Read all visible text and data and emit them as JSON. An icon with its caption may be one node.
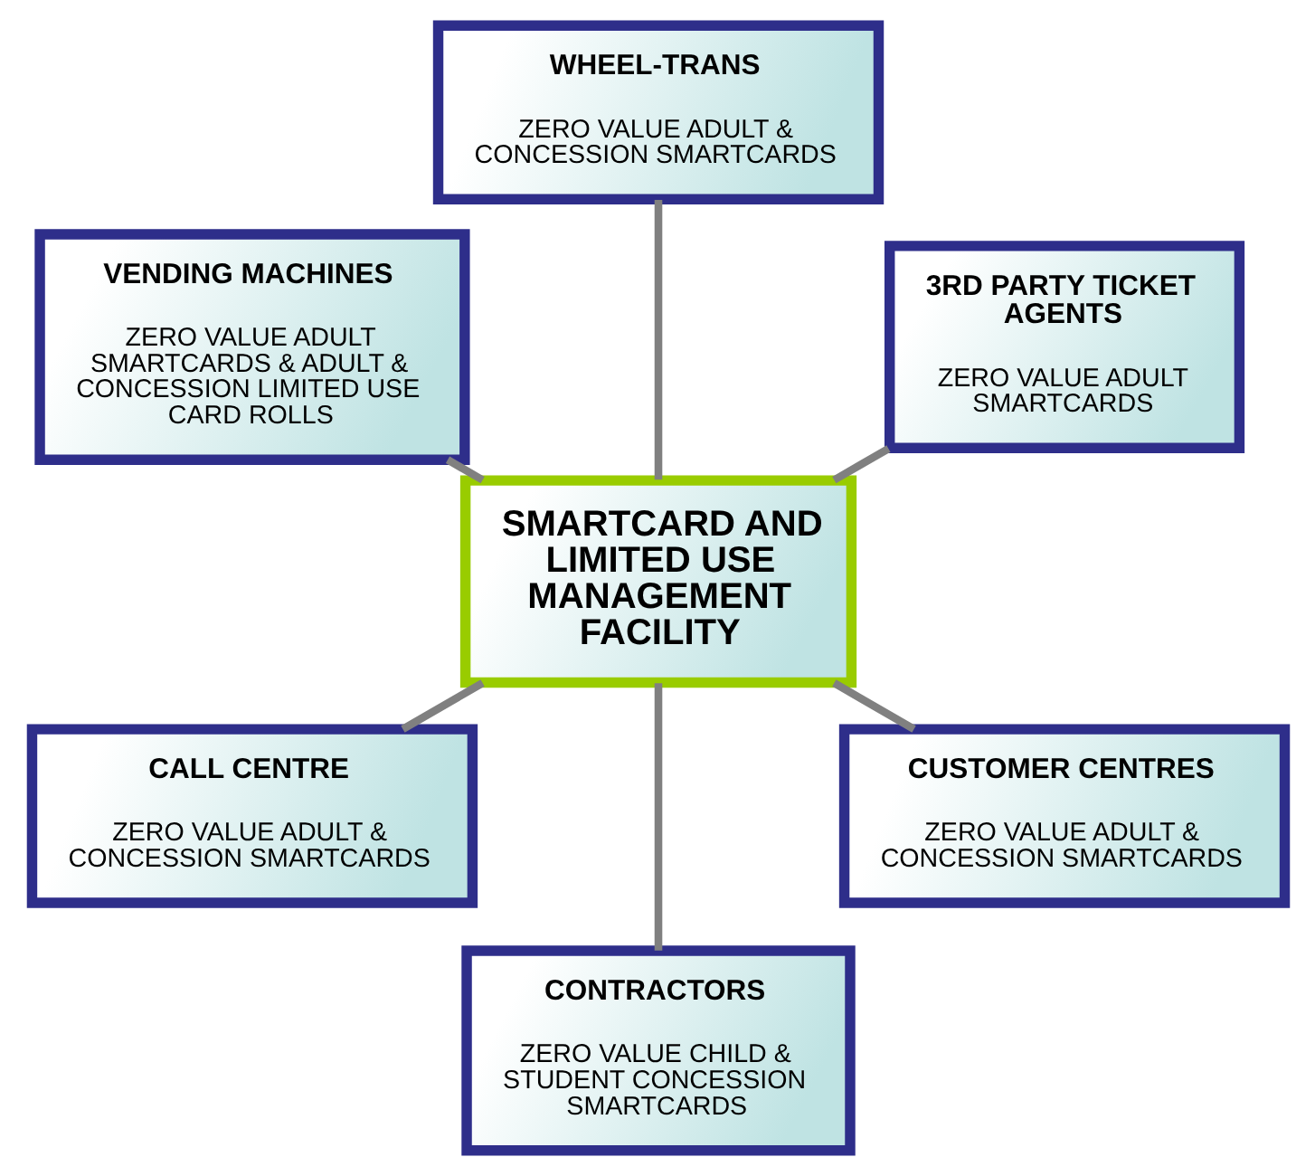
{
  "diagram": {
    "nodes": [
      {
        "text": [
          "3RD PARTY TICKET AGENTS",
          "ZERO VALUE ADULT SMARTCARDS"
        ]
      },
      {
        "text": [
          "WHEEL-TRANS",
          "ZERO VALUE ADULT & CONCESSION SMARTCARDS"
        ]
      },
      {
        "text": [
          "VENDING MACHINES",
          "ZERO VALUE ADULT SMARTCARDS & ADULT & CONCESSION LIMITED USE CARD ROLLS"
        ]
      },
      {
        "text": [
          "SMARTCARD AND LIMITED USE MANAGEMENT FACILITY"
        ]
      },
      {
        "text": [
          "CALL CENTRE",
          "ZERO VALUE ADULT & CONCESSION SMARTCARDS"
        ]
      },
      {
        "text": [
          "CONTRACTORS",
          "ZERO VALUE CHILD & STUDENT CONCESSION SMARTCARDS"
        ]
      },
      {
        "text": [
          "CUSTOMER CENTRES",
          "ZERO VALUE ADULT & CONCESSION SMARTCARDS"
        ]
      }
    ],
    "edges": [
      {
        "from": 3,
        "to": 0,
        "arrow": "none"
      },
      {
        "from": 3,
        "to": 2,
        "arrow": "none"
      },
      {
        "from": 3,
        "to": 5,
        "arrow": "none"
      },
      {
        "from": 3,
        "to": 6,
        "arrow": "none"
      },
      {
        "from": 3,
        "to": 4,
        "arrow": "none"
      },
      {
        "from": 3,
        "to": 1,
        "arrow": "none"
      }
    ]
  }
}
